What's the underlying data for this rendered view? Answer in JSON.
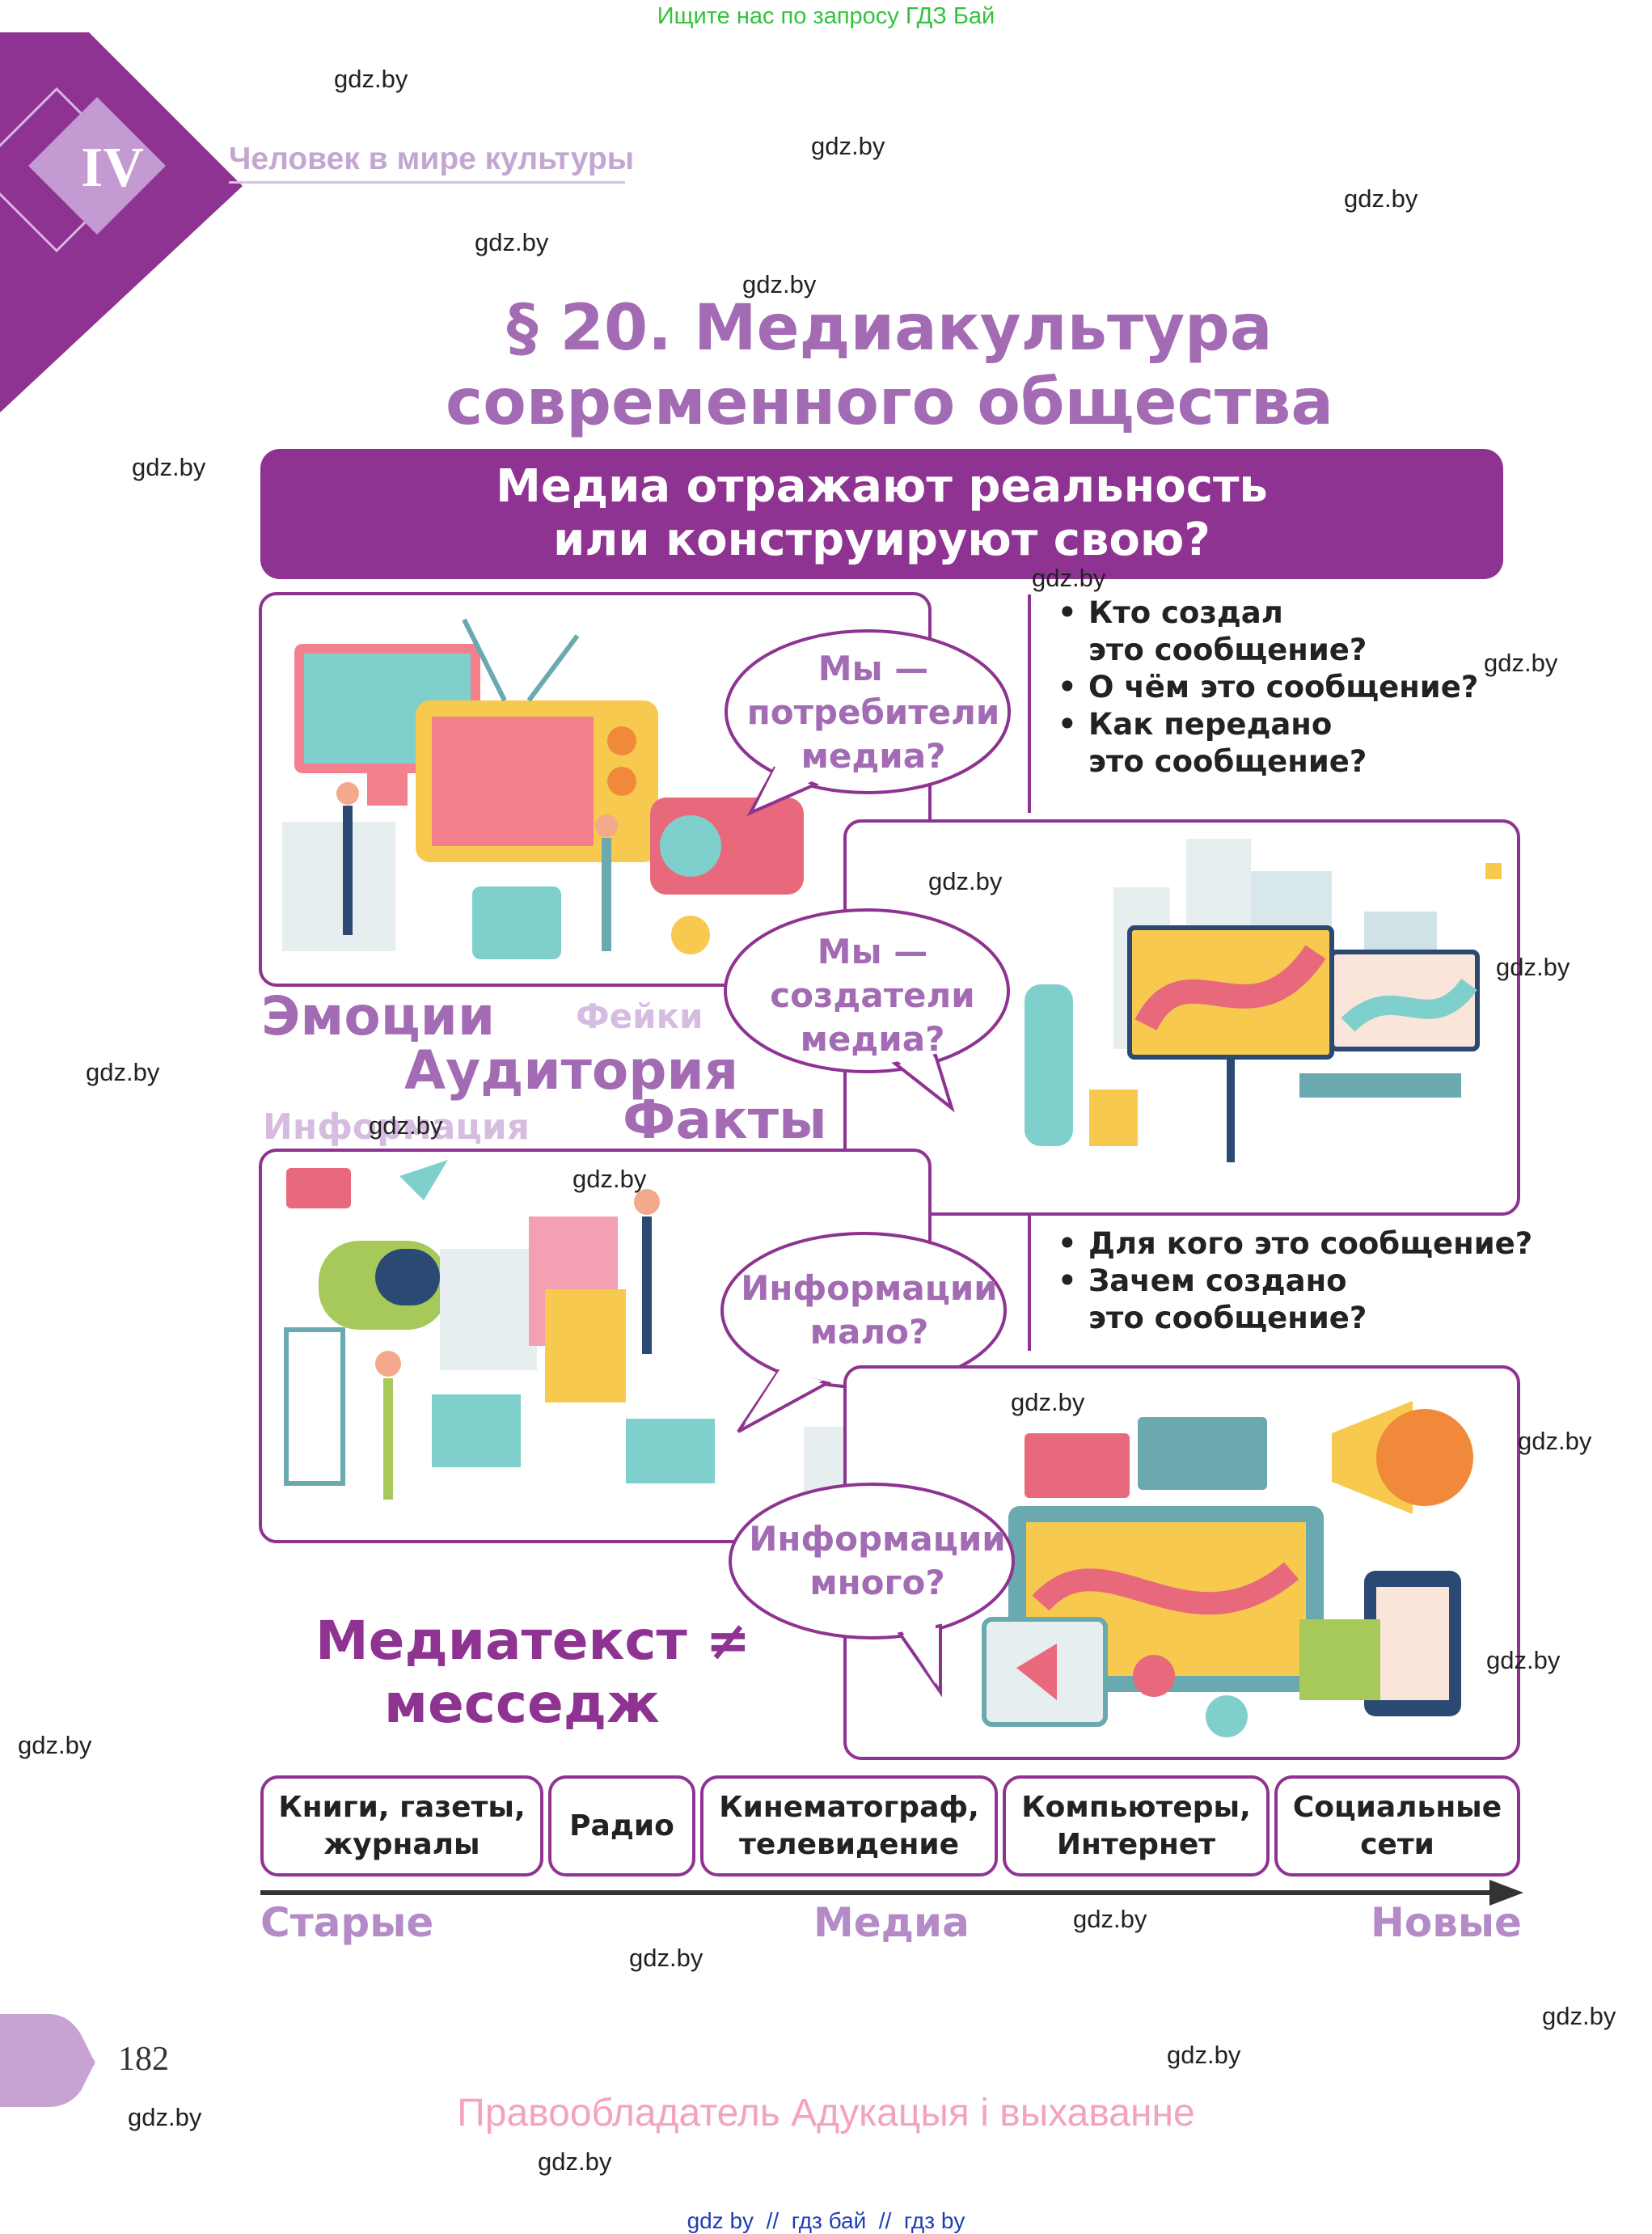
{
  "top_watermark": "Ищите нас по запросу ГДЗ Бай",
  "chapter": {
    "roman": "IV",
    "title": "Человек в мире культуры"
  },
  "paragraph_title": {
    "line1": "§ 20. Медиакультура",
    "line2": "современного общества"
  },
  "banner": {
    "line1": "Медиа отражают реальность",
    "line2": "или конструируют свою?"
  },
  "bubbles": {
    "consumers": [
      "Мы —",
      "потребители",
      "медиа?"
    ],
    "creators": [
      "Мы —",
      "создатели",
      "медиа?"
    ],
    "little": [
      "Информации",
      "мало?"
    ],
    "much": [
      "Информации",
      "много?"
    ]
  },
  "questions_top": [
    [
      "Кто создал",
      "это сообщение?"
    ],
    [
      "О чём это сообщение?"
    ],
    [
      "Как передано",
      "это сообщение?"
    ]
  ],
  "questions_mid": [
    [
      "Для кого это сообщение?"
    ],
    [
      "Зачем создано",
      "это сообщение?"
    ]
  ],
  "word_cloud": {
    "emotions": "Эмоции",
    "fakes": "Фейки",
    "audience": "Аудитория",
    "info": "Информация",
    "facts": "Факты"
  },
  "mediatext": {
    "line1": "Медиатекст ≠",
    "line2": "месседж"
  },
  "media_timeline": [
    [
      "Книги, газеты,",
      "журналы"
    ],
    [
      "Радио"
    ],
    [
      "Кинематограф,",
      "телевидение"
    ],
    [
      "Компьютеры,",
      "Интернет"
    ],
    [
      "Социальные",
      "сети"
    ]
  ],
  "scale": {
    "old": "Старые",
    "media": "Медиа",
    "new": "Новые"
  },
  "page_number": "182",
  "copyright": "Правообладатель Адукацыя і выхаванне",
  "bottom_links": "gdz by  //  гдз бай  //  гдз by",
  "watermark_text": "gdz.by",
  "colors": {
    "purple": "#8e3391",
    "lilac": "#a36bb3",
    "light_lilac": "#b48ac7",
    "pink": "#f4a3bf",
    "green": "#3cc63c",
    "blue_link": "#1f3fb3"
  }
}
